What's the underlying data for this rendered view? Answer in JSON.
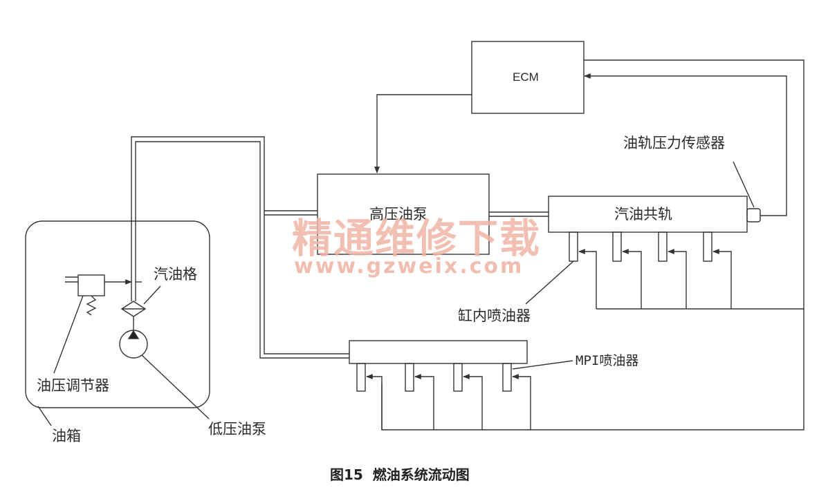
{
  "boxes": {
    "ecm": "ECM",
    "high_pressure_pump": "高压油泵",
    "fuel_rail": "汽油共轨"
  },
  "labels": {
    "rail_pressure_sensor": "油轨压力传感器",
    "fuel_filter": "汽油格",
    "direct_injector": "缸内喷油器",
    "mpi_injector": "MPI喷油器",
    "pressure_regulator": "油压调节器",
    "low_pressure_pump": "低压油泵",
    "fuel_tank": "油箱"
  },
  "watermark": {
    "text": "精通维修下载",
    "url": "www.gzweix.com"
  },
  "caption": {
    "figure_no": "图15",
    "title": "燃油系统流动图"
  }
}
